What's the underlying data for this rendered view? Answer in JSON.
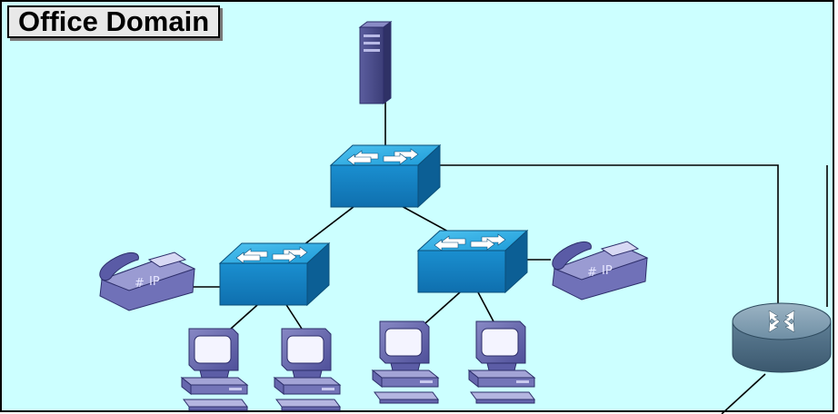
{
  "diagram": {
    "title": "Office Domain",
    "background_color": "#ccffff",
    "nodes": [
      {
        "id": "server",
        "type": "server-icon"
      },
      {
        "id": "core-switch",
        "type": "switch-icon"
      },
      {
        "id": "left-switch",
        "type": "switch-icon"
      },
      {
        "id": "right-switch",
        "type": "switch-icon"
      },
      {
        "id": "ip-phone-left",
        "type": "ip-phone-icon",
        "label": "IP"
      },
      {
        "id": "ip-phone-right",
        "type": "ip-phone-icon",
        "label": "IP"
      },
      {
        "id": "pc-1",
        "type": "workstation-icon"
      },
      {
        "id": "pc-2",
        "type": "workstation-icon"
      },
      {
        "id": "pc-3",
        "type": "workstation-icon"
      },
      {
        "id": "pc-4",
        "type": "workstation-icon"
      },
      {
        "id": "router",
        "type": "router-icon"
      }
    ],
    "links": [
      [
        "server",
        "core-switch"
      ],
      [
        "core-switch",
        "left-switch"
      ],
      [
        "core-switch",
        "right-switch"
      ],
      [
        "core-switch",
        "router"
      ],
      [
        "left-switch",
        "ip-phone-left"
      ],
      [
        "right-switch",
        "ip-phone-right"
      ],
      [
        "left-switch",
        "pc-1"
      ],
      [
        "left-switch",
        "pc-2"
      ],
      [
        "right-switch",
        "pc-3"
      ],
      [
        "right-switch",
        "pc-4"
      ],
      [
        "router",
        "external"
      ]
    ]
  }
}
